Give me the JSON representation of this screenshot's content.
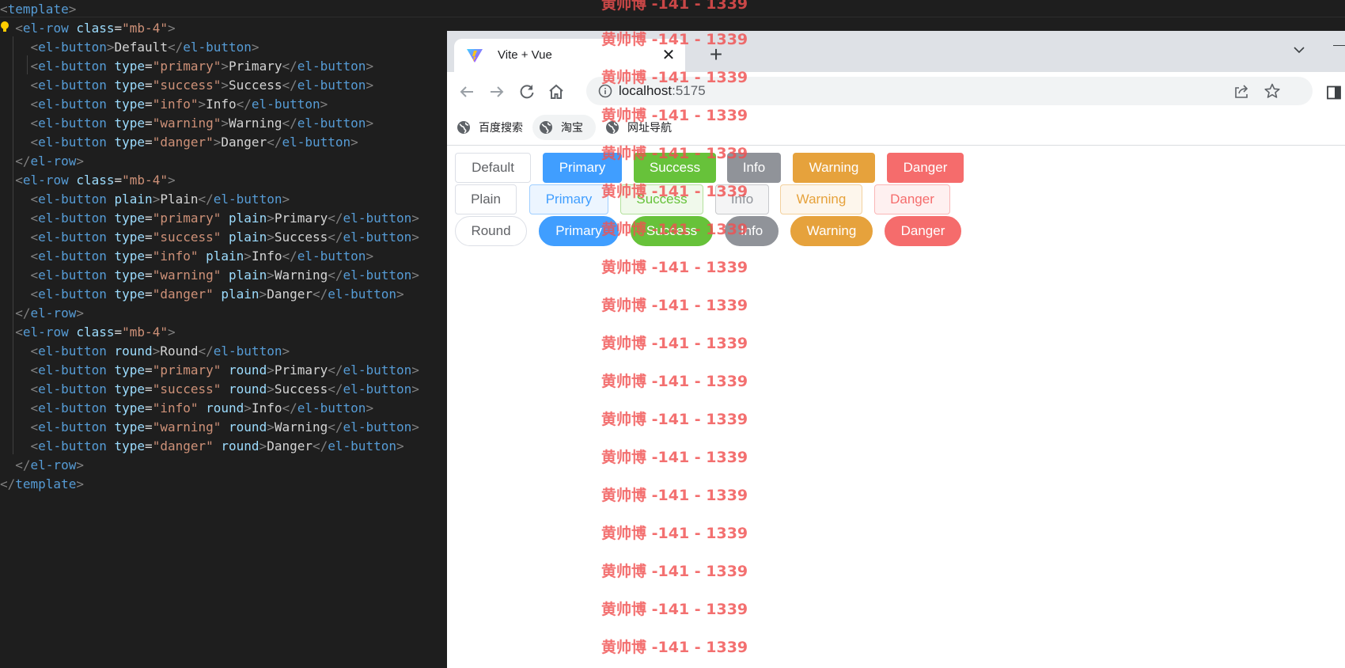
{
  "editor": {
    "lines": [
      [
        [
          "punct",
          "<"
        ],
        [
          "tag",
          "template"
        ],
        [
          "punct",
          ">"
        ]
      ],
      [
        [
          "punct",
          "  <"
        ],
        [
          "tag",
          "el-row"
        ],
        [
          "text",
          " "
        ],
        [
          "attr",
          "class"
        ],
        [
          "text",
          "="
        ],
        [
          "str",
          "\"mb-4\""
        ],
        [
          "punct",
          ">"
        ]
      ],
      [
        [
          "punct",
          "    <"
        ],
        [
          "tag",
          "el-button"
        ],
        [
          "punct",
          ">"
        ],
        [
          "text",
          "Default"
        ],
        [
          "punct",
          "</"
        ],
        [
          "tag",
          "el-button"
        ],
        [
          "punct",
          ">"
        ]
      ],
      [
        [
          "punct",
          "    <"
        ],
        [
          "tag",
          "el-button"
        ],
        [
          "text",
          " "
        ],
        [
          "attr",
          "type"
        ],
        [
          "text",
          "="
        ],
        [
          "str",
          "\"primary\""
        ],
        [
          "punct",
          ">"
        ],
        [
          "text",
          "Primary"
        ],
        [
          "punct",
          "</"
        ],
        [
          "tag",
          "el-button"
        ],
        [
          "punct",
          ">"
        ]
      ],
      [
        [
          "punct",
          "    <"
        ],
        [
          "tag",
          "el-button"
        ],
        [
          "text",
          " "
        ],
        [
          "attr",
          "type"
        ],
        [
          "text",
          "="
        ],
        [
          "str",
          "\"success\""
        ],
        [
          "punct",
          ">"
        ],
        [
          "text",
          "Success"
        ],
        [
          "punct",
          "</"
        ],
        [
          "tag",
          "el-button"
        ],
        [
          "punct",
          ">"
        ]
      ],
      [
        [
          "punct",
          "    <"
        ],
        [
          "tag",
          "el-button"
        ],
        [
          "text",
          " "
        ],
        [
          "attr",
          "type"
        ],
        [
          "text",
          "="
        ],
        [
          "str",
          "\"info\""
        ],
        [
          "punct",
          ">"
        ],
        [
          "text",
          "Info"
        ],
        [
          "punct",
          "</"
        ],
        [
          "tag",
          "el-button"
        ],
        [
          "punct",
          ">"
        ]
      ],
      [
        [
          "punct",
          "    <"
        ],
        [
          "tag",
          "el-button"
        ],
        [
          "text",
          " "
        ],
        [
          "attr",
          "type"
        ],
        [
          "text",
          "="
        ],
        [
          "str",
          "\"warning\""
        ],
        [
          "punct",
          ">"
        ],
        [
          "text",
          "Warning"
        ],
        [
          "punct",
          "</"
        ],
        [
          "tag",
          "el-button"
        ],
        [
          "punct",
          ">"
        ]
      ],
      [
        [
          "punct",
          "    <"
        ],
        [
          "tag",
          "el-button"
        ],
        [
          "text",
          " "
        ],
        [
          "attr",
          "type"
        ],
        [
          "text",
          "="
        ],
        [
          "str",
          "\"danger\""
        ],
        [
          "punct",
          ">"
        ],
        [
          "text",
          "Danger"
        ],
        [
          "punct",
          "</"
        ],
        [
          "tag",
          "el-button"
        ],
        [
          "punct",
          ">"
        ]
      ],
      [
        [
          "punct",
          "  </"
        ],
        [
          "tag",
          "el-row"
        ],
        [
          "punct",
          ">"
        ]
      ],
      [
        [
          "punct",
          "  <"
        ],
        [
          "tag",
          "el-row"
        ],
        [
          "text",
          " "
        ],
        [
          "attr",
          "class"
        ],
        [
          "text",
          "="
        ],
        [
          "str",
          "\"mb-4\""
        ],
        [
          "punct",
          ">"
        ]
      ],
      [
        [
          "punct",
          "    <"
        ],
        [
          "tag",
          "el-button"
        ],
        [
          "text",
          " "
        ],
        [
          "attr",
          "plain"
        ],
        [
          "punct",
          ">"
        ],
        [
          "text",
          "Plain"
        ],
        [
          "punct",
          "</"
        ],
        [
          "tag",
          "el-button"
        ],
        [
          "punct",
          ">"
        ]
      ],
      [
        [
          "punct",
          "    <"
        ],
        [
          "tag",
          "el-button"
        ],
        [
          "text",
          " "
        ],
        [
          "attr",
          "type"
        ],
        [
          "text",
          "="
        ],
        [
          "str",
          "\"primary\""
        ],
        [
          "text",
          " "
        ],
        [
          "attr",
          "plain"
        ],
        [
          "punct",
          ">"
        ],
        [
          "text",
          "Primary"
        ],
        [
          "punct",
          "</"
        ],
        [
          "tag",
          "el-button"
        ],
        [
          "punct",
          ">"
        ]
      ],
      [
        [
          "punct",
          "    <"
        ],
        [
          "tag",
          "el-button"
        ],
        [
          "text",
          " "
        ],
        [
          "attr",
          "type"
        ],
        [
          "text",
          "="
        ],
        [
          "str",
          "\"success\""
        ],
        [
          "text",
          " "
        ],
        [
          "attr",
          "plain"
        ],
        [
          "punct",
          ">"
        ],
        [
          "text",
          "Success"
        ],
        [
          "punct",
          "</"
        ],
        [
          "tag",
          "el-button"
        ],
        [
          "punct",
          ">"
        ]
      ],
      [
        [
          "punct",
          "    <"
        ],
        [
          "tag",
          "el-button"
        ],
        [
          "text",
          " "
        ],
        [
          "attr",
          "type"
        ],
        [
          "text",
          "="
        ],
        [
          "str",
          "\"info\""
        ],
        [
          "text",
          " "
        ],
        [
          "attr",
          "plain"
        ],
        [
          "punct",
          ">"
        ],
        [
          "text",
          "Info"
        ],
        [
          "punct",
          "</"
        ],
        [
          "tag",
          "el-button"
        ],
        [
          "punct",
          ">"
        ]
      ],
      [
        [
          "punct",
          "    <"
        ],
        [
          "tag",
          "el-button"
        ],
        [
          "text",
          " "
        ],
        [
          "attr",
          "type"
        ],
        [
          "text",
          "="
        ],
        [
          "str",
          "\"warning\""
        ],
        [
          "text",
          " "
        ],
        [
          "attr",
          "plain"
        ],
        [
          "punct",
          ">"
        ],
        [
          "text",
          "Warning"
        ],
        [
          "punct",
          "</"
        ],
        [
          "tag",
          "el-button"
        ],
        [
          "punct",
          ">"
        ]
      ],
      [
        [
          "punct",
          "    <"
        ],
        [
          "tag",
          "el-button"
        ],
        [
          "text",
          " "
        ],
        [
          "attr",
          "type"
        ],
        [
          "text",
          "="
        ],
        [
          "str",
          "\"danger\""
        ],
        [
          "text",
          " "
        ],
        [
          "attr",
          "plain"
        ],
        [
          "punct",
          ">"
        ],
        [
          "text",
          "Danger"
        ],
        [
          "punct",
          "</"
        ],
        [
          "tag",
          "el-button"
        ],
        [
          "punct",
          ">"
        ]
      ],
      [
        [
          "punct",
          "  </"
        ],
        [
          "tag",
          "el-row"
        ],
        [
          "punct",
          ">"
        ]
      ],
      [
        [
          "punct",
          "  <"
        ],
        [
          "tag",
          "el-row"
        ],
        [
          "text",
          " "
        ],
        [
          "attr",
          "class"
        ],
        [
          "text",
          "="
        ],
        [
          "str",
          "\"mb-4\""
        ],
        [
          "punct",
          ">"
        ]
      ],
      [
        [
          "punct",
          "    <"
        ],
        [
          "tag",
          "el-button"
        ],
        [
          "text",
          " "
        ],
        [
          "attr",
          "round"
        ],
        [
          "punct",
          ">"
        ],
        [
          "text",
          "Round"
        ],
        [
          "punct",
          "</"
        ],
        [
          "tag",
          "el-button"
        ],
        [
          "punct",
          ">"
        ]
      ],
      [
        [
          "punct",
          "    <"
        ],
        [
          "tag",
          "el-button"
        ],
        [
          "text",
          " "
        ],
        [
          "attr",
          "type"
        ],
        [
          "text",
          "="
        ],
        [
          "str",
          "\"primary\""
        ],
        [
          "text",
          " "
        ],
        [
          "attr",
          "round"
        ],
        [
          "punct",
          ">"
        ],
        [
          "text",
          "Primary"
        ],
        [
          "punct",
          "</"
        ],
        [
          "tag",
          "el-button"
        ],
        [
          "punct",
          ">"
        ]
      ],
      [
        [
          "punct",
          "    <"
        ],
        [
          "tag",
          "el-button"
        ],
        [
          "text",
          " "
        ],
        [
          "attr",
          "type"
        ],
        [
          "text",
          "="
        ],
        [
          "str",
          "\"success\""
        ],
        [
          "text",
          " "
        ],
        [
          "attr",
          "round"
        ],
        [
          "punct",
          ">"
        ],
        [
          "text",
          "Success"
        ],
        [
          "punct",
          "</"
        ],
        [
          "tag",
          "el-button"
        ],
        [
          "punct",
          ">"
        ]
      ],
      [
        [
          "punct",
          "    <"
        ],
        [
          "tag",
          "el-button"
        ],
        [
          "text",
          " "
        ],
        [
          "attr",
          "type"
        ],
        [
          "text",
          "="
        ],
        [
          "str",
          "\"info\""
        ],
        [
          "text",
          " "
        ],
        [
          "attr",
          "round"
        ],
        [
          "punct",
          ">"
        ],
        [
          "text",
          "Info"
        ],
        [
          "punct",
          "</"
        ],
        [
          "tag",
          "el-button"
        ],
        [
          "punct",
          ">"
        ]
      ],
      [
        [
          "punct",
          "    <"
        ],
        [
          "tag",
          "el-button"
        ],
        [
          "text",
          " "
        ],
        [
          "attr",
          "type"
        ],
        [
          "text",
          "="
        ],
        [
          "str",
          "\"warning\""
        ],
        [
          "text",
          " "
        ],
        [
          "attr",
          "round"
        ],
        [
          "punct",
          ">"
        ],
        [
          "text",
          "Warning"
        ],
        [
          "punct",
          "</"
        ],
        [
          "tag",
          "el-button"
        ],
        [
          "punct",
          ">"
        ]
      ],
      [
        [
          "punct",
          "    <"
        ],
        [
          "tag",
          "el-button"
        ],
        [
          "text",
          " "
        ],
        [
          "attr",
          "type"
        ],
        [
          "text",
          "="
        ],
        [
          "str",
          "\"danger\""
        ],
        [
          "text",
          " "
        ],
        [
          "attr",
          "round"
        ],
        [
          "punct",
          ">"
        ],
        [
          "text",
          "Danger"
        ],
        [
          "punct",
          "</"
        ],
        [
          "tag",
          "el-button"
        ],
        [
          "punct",
          ">"
        ]
      ],
      [
        [
          "punct",
          "  </"
        ],
        [
          "tag",
          "el-row"
        ],
        [
          "punct",
          ">"
        ]
      ],
      [
        [
          "punct",
          "</"
        ],
        [
          "tag",
          "template"
        ],
        [
          "punct",
          ">"
        ]
      ]
    ]
  },
  "browser": {
    "tab_title": "Vite + Vue",
    "url_host": "localhost",
    "url_port": ":5175",
    "bookmarks": [
      "百度搜索",
      "淘宝",
      "网址导航"
    ],
    "icons": {
      "back": "arrow-left-icon",
      "forward": "arrow-right-icon",
      "reload": "reload-icon",
      "home": "home-icon",
      "info": "info-icon",
      "share": "share-icon",
      "star": "star-icon",
      "side_panel": "side-panel-icon",
      "bookmark": "globe-icon"
    }
  },
  "buttons": {
    "default_row": [
      "Default",
      "Primary",
      "Success",
      "Info",
      "Warning",
      "Danger"
    ],
    "plain_row": [
      "Plain",
      "Primary",
      "Success",
      "Info",
      "Warning",
      "Danger"
    ],
    "round_row": [
      "Round",
      "Primary",
      "Success",
      "Info",
      "Warning",
      "Danger"
    ]
  },
  "colors": {
    "primary": "#409eff",
    "success": "#67c23a",
    "info": "#909399",
    "warning": "#e6a23c",
    "danger": "#f56c6c",
    "watermark": "#f05050"
  },
  "watermark": {
    "text": "黄帅博 -141 - 1339"
  }
}
